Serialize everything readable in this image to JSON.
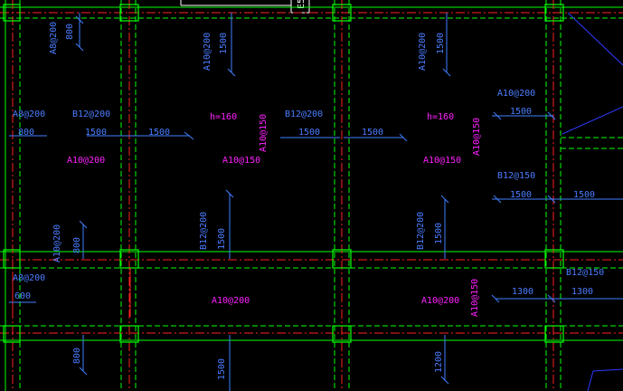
{
  "drawing": {
    "colors": {
      "background": "#000000",
      "beam_edge": "#00ff00",
      "axis": "#ff2020",
      "rebar": "#2f6bff",
      "dimension": "#3f7fff",
      "label_blue": "#4a7cff",
      "label_magenta": "#ff20ff",
      "column": "#00ff00",
      "top_frame": "#ffffff"
    },
    "title_mark": "E5",
    "labels": [
      {
        "id": "lbl-a8-200-v1",
        "text": "A8@200",
        "color": "label_blue"
      },
      {
        "id": "lbl-800-v1",
        "text": "800",
        "color": "label_blue"
      },
      {
        "id": "lbl-a10-200-v1",
        "text": "A10@200",
        "color": "label_blue"
      },
      {
        "id": "lbl-1500-v1",
        "text": "1500",
        "color": "label_blue"
      },
      {
        "id": "lbl-a10-200-v2",
        "text": "A10@200",
        "color": "label_blue"
      },
      {
        "id": "lbl-1500-v2",
        "text": "1500",
        "color": "label_blue"
      },
      {
        "id": "lbl-a8-200-h1",
        "text": "A8@200",
        "color": "label_blue"
      },
      {
        "id": "lbl-b12-200-h1",
        "text": "B12@200",
        "color": "label_blue"
      },
      {
        "id": "lbl-800-h1",
        "text": "800",
        "color": "label_blue"
      },
      {
        "id": "lbl-1500-h1",
        "text": "1500",
        "color": "label_blue"
      },
      {
        "id": "lbl-1500-h2",
        "text": "1500",
        "color": "label_blue"
      },
      {
        "id": "lbl-h160-1",
        "text": "h=160",
        "color": "label_magenta"
      },
      {
        "id": "lbl-b12-200-h2",
        "text": "B12@200",
        "color": "label_blue"
      },
      {
        "id": "lbl-1500-h3",
        "text": "1500",
        "color": "label_blue"
      },
      {
        "id": "lbl-1500-h4",
        "text": "1500",
        "color": "label_blue"
      },
      {
        "id": "lbl-h160-2",
        "text": "h=160",
        "color": "label_magenta"
      },
      {
        "id": "lbl-a10-200-r1",
        "text": "A10@200",
        "color": "label_blue"
      },
      {
        "id": "lbl-1500-r1",
        "text": "1500",
        "color": "label_blue"
      },
      {
        "id": "lbl-a10-200-m1",
        "text": "A10@200",
        "color": "label_magenta"
      },
      {
        "id": "lbl-a10-150-m1",
        "text": "A10@150",
        "color": "label_magenta"
      },
      {
        "id": "lbl-a10-150-mv1",
        "text": "A10@150",
        "color": "label_magenta"
      },
      {
        "id": "lbl-a10-150-m2",
        "text": "A10@150",
        "color": "label_magenta"
      },
      {
        "id": "lbl-a10-150-mv2",
        "text": "A10@150",
        "color": "label_magenta"
      },
      {
        "id": "lbl-b12-150-r1",
        "text": "B12@150",
        "color": "label_blue"
      },
      {
        "id": "lbl-1500-r2",
        "text": "1500",
        "color": "label_blue"
      },
      {
        "id": "lbl-1500-r3",
        "text": "1500",
        "color": "label_blue"
      },
      {
        "id": "lbl-a10-200-v3",
        "text": "A10@200",
        "color": "label_blue"
      },
      {
        "id": "lbl-800-v2",
        "text": "800",
        "color": "label_blue"
      },
      {
        "id": "lbl-b12-200-v1",
        "text": "B12@200",
        "color": "label_blue"
      },
      {
        "id": "lbl-1500-v3",
        "text": "1500",
        "color": "label_blue"
      },
      {
        "id": "lbl-b12-200-v2",
        "text": "B12@200",
        "color": "label_blue"
      },
      {
        "id": "lbl-1500-v4",
        "text": "1500",
        "color": "label_blue"
      },
      {
        "id": "lbl-a8-200-h2",
        "text": "A8@200",
        "color": "label_blue"
      },
      {
        "id": "lbl-600",
        "text": "600",
        "color": "label_blue"
      },
      {
        "id": "lbl-a10-200-m2",
        "text": "A10@200",
        "color": "label_magenta"
      },
      {
        "id": "lbl-a10-200-m3",
        "text": "A10@200",
        "color": "label_magenta"
      },
      {
        "id": "lbl-a10-150-mv3",
        "text": "A10@150",
        "color": "label_magenta"
      },
      {
        "id": "lbl-b12-150-r2",
        "text": "B12@150",
        "color": "label_blue"
      },
      {
        "id": "lbl-1300-1",
        "text": "1300",
        "color": "label_blue"
      },
      {
        "id": "lbl-1300-2",
        "text": "1300",
        "color": "label_blue"
      },
      {
        "id": "lbl-800-v3",
        "text": "800",
        "color": "label_blue"
      },
      {
        "id": "lbl-1500-v5",
        "text": "1500",
        "color": "label_blue"
      },
      {
        "id": "lbl-1200",
        "text": "1200",
        "color": "label_blue"
      }
    ]
  }
}
